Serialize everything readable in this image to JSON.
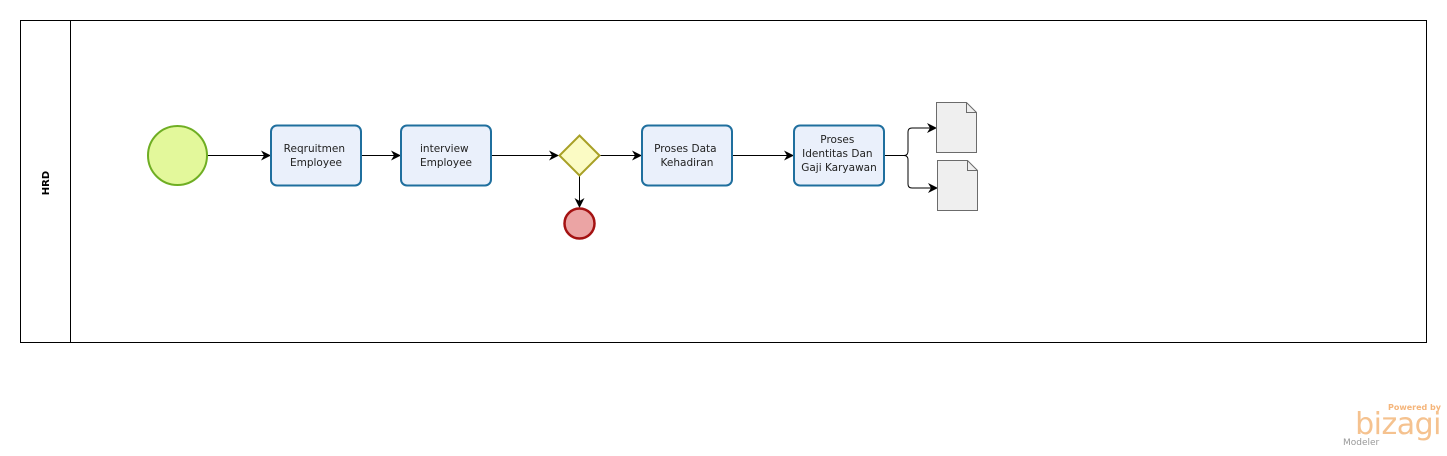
{
  "pool": {
    "lane_label": "HRD"
  },
  "colors": {
    "task_fill": "#eaf0fb",
    "task_stroke": "#1f6f9e",
    "start_fill": "#e3f89b",
    "start_stroke": "#6fae23",
    "end_fill": "#eba4a4",
    "end_stroke": "#a41212",
    "gateway_fill": "#fbfbc4",
    "gateway_stroke": "#a8a026",
    "document_fill": "#efefef",
    "document_stroke": "#6b6b6b"
  },
  "elements": {
    "start_event": {
      "type": "start-event"
    },
    "task_recruitment": {
      "lines": [
        "Reqruitmen",
        "Employee"
      ]
    },
    "task_interview": {
      "lines": [
        "interview",
        "Employee"
      ]
    },
    "gateway": {
      "type": "exclusive-gateway"
    },
    "end_event": {
      "type": "end-event"
    },
    "task_attendance": {
      "lines": [
        "Proses Data",
        "Kehadiran"
      ]
    },
    "task_identity_salary": {
      "lines": [
        "Proses",
        "Identitas Dan",
        "Gaji Karyawan"
      ]
    },
    "document_1": {
      "type": "data-object"
    },
    "document_2": {
      "type": "data-object"
    }
  },
  "branding": {
    "powered_by": "Powered by",
    "name": "bizagi",
    "product": "Modeler"
  }
}
